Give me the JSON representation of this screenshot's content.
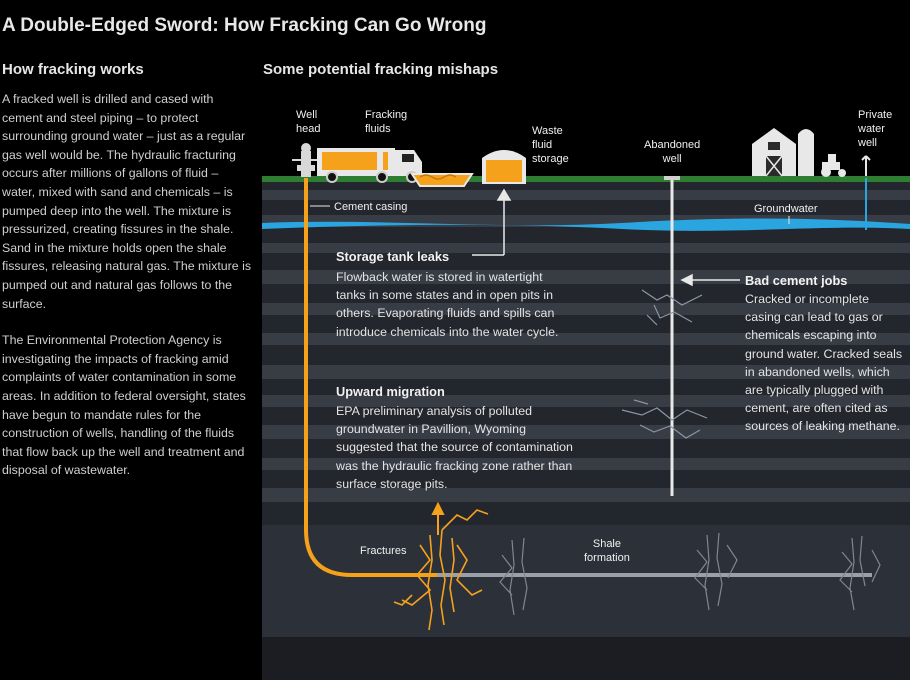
{
  "title": "A Double-Edged Sword: How Fracking Can Go Wrong",
  "left": {
    "heading": "How fracking works",
    "paragraphs": [
      "A fracked well is drilled and cased with cement and steel piping – to protect surrounding ground water – just as a regular gas well would be. The hydraulic fracturing occurs after millions of gallons of fluid – water, mixed with sand and chemicals – is pumped deep into the well. The mixture is pressurized, creating fissures in the shale. Sand in the mixture holds open the shale fissures, releasing natural gas. The mixture is pumped out and natural gas follows to the surface.",
      "The Environmental Protection Agency is investigating the impacts of fracking amid complaints of water contamination in some areas. In addition to federal oversight, states have begun to mandate rules for the construction of wells, handling of the fluids that flow back up the well and treatment and disposal of wastewater."
    ]
  },
  "diagram": {
    "heading": "Some potential fracking mishaps",
    "labels": {
      "well_head": "Well\nhead",
      "fracking_fluids": "Fracking\nfluids",
      "waste_fluid": "Waste\nfluid\nstorage",
      "abandoned_well": "Abandoned\nwell",
      "private_well": "Private\nwater\nwell",
      "cement_casing": "Cement casing",
      "groundwater": "Groundwater",
      "fractures": "Fractures",
      "shale": "Shale\nformation"
    },
    "callouts": {
      "storage": {
        "title": "Storage tank leaks",
        "text": "Flowback water is stored in watertight tanks in some states and in open pits in others. Evaporating fluids and spills can introduce chemicals into the water cycle."
      },
      "upward": {
        "title": "Upward migration",
        "text": "EPA preliminary analysis of polluted groundwater in Pavillion, Wyoming suggested that the source of contamination was the hydraulic fracking zone rather than surface storage pits."
      },
      "cement": {
        "title": "Bad cement jobs",
        "text": "Cracked or incomplete casing can lead to gas or chemicals escaping into ground water. Cracked seals in abandoned wells, which are typically plugged with cement, are often cited as sources of leaking methane."
      }
    },
    "colors": {
      "orange": "#f5a11c",
      "ground_green": "#2f7d32",
      "groundwater_blue": "#2aa5e0",
      "strata_dark": "#23262d",
      "strata_light": "#393d46"
    }
  }
}
